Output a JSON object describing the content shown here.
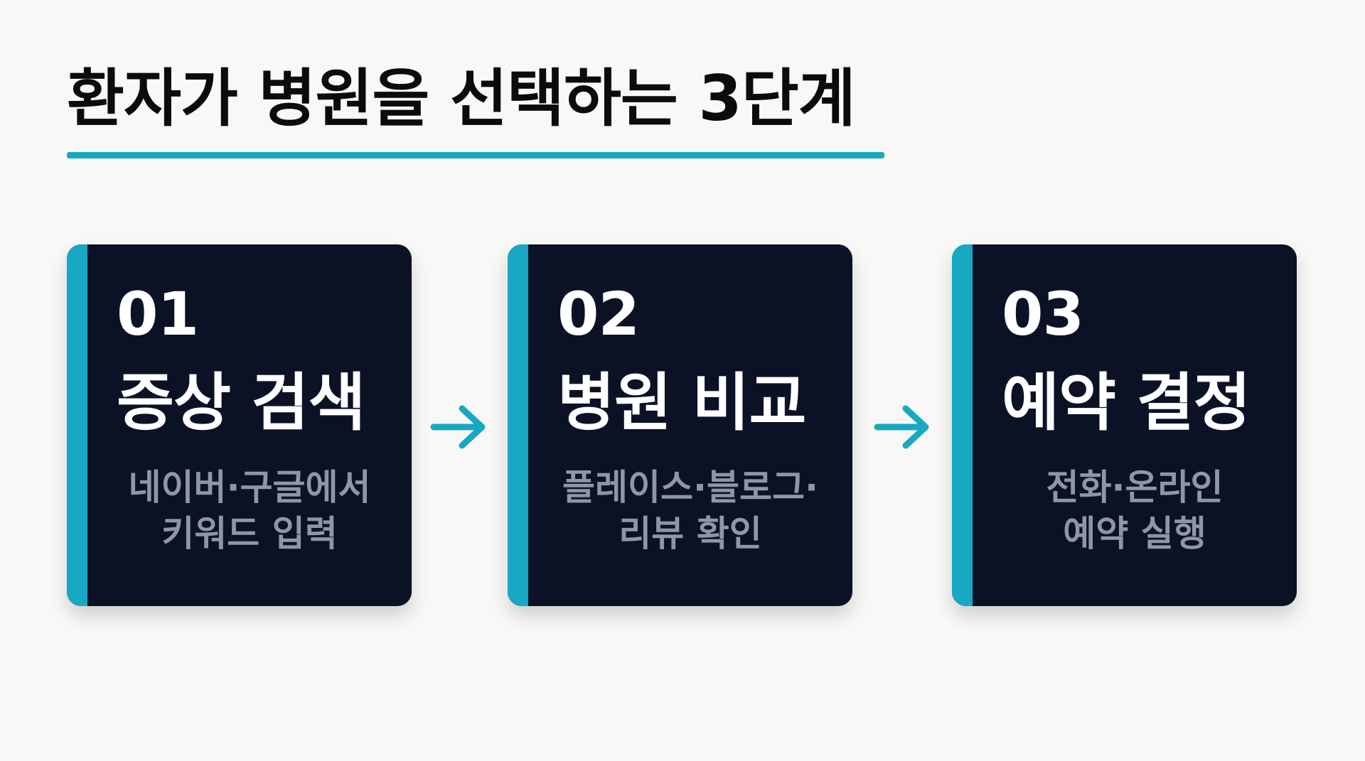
{
  "title": "환자가 병원을 선택하는 3단계",
  "colors": {
    "accent": "#17a8c4",
    "card_bg": "#0b1226",
    "card_text": "#ffffff",
    "card_desc": "#8d97a8",
    "title_text": "#0b0b0b",
    "background": "#f8f8f6"
  },
  "arrow_icon": "arrow-right-icon",
  "steps": [
    {
      "num": "01",
      "title": "증상 검색",
      "desc": [
        "네이버·구글에서",
        "키워드 입력"
      ]
    },
    {
      "num": "02",
      "title": "병원 비교",
      "desc": [
        "플레이스·블로그·",
        "리뷰 확인"
      ]
    },
    {
      "num": "03",
      "title": "예약 결정",
      "desc": [
        "전화·온라인",
        "예약 실행"
      ]
    }
  ]
}
